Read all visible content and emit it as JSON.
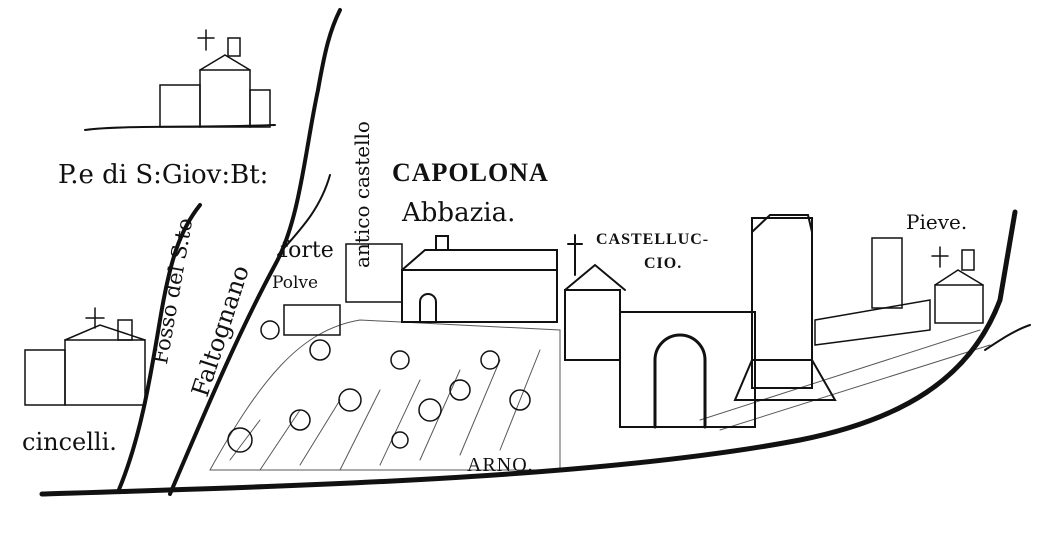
{
  "map": {
    "labels": {
      "pieve_s_giovanni": "P.e di S:Giov:Bt:",
      "fosso": "Fosso del S.to",
      "faltognano": "Faltognano",
      "forte": "forte",
      "polve": "Polve",
      "antico_castello": "antico castello",
      "capolona": "CAPOLONA",
      "abbazia": "Abbazia.",
      "castelluccio_1": "CASTELLUC-",
      "castelluccio_2": "CIO.",
      "pieve": "Pieve.",
      "cincelli": "cincelli.",
      "arno": "ARNO."
    },
    "ink_color": "#111111",
    "paper_color": "#ffffff"
  }
}
